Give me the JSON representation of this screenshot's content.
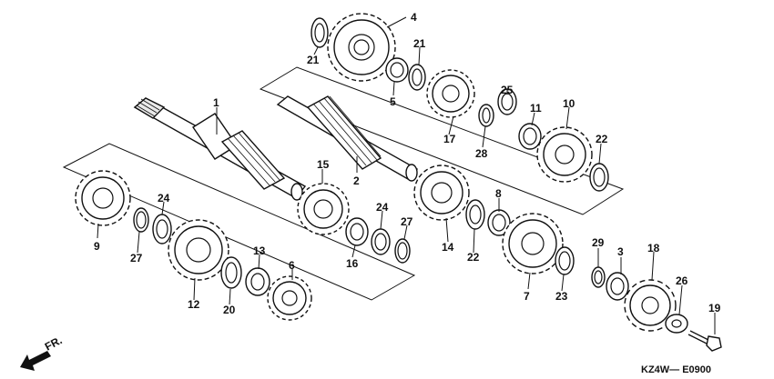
{
  "diagram": {
    "code": "KZ4W— E0900",
    "direction_label": "FR.",
    "part_numbers": [
      "1",
      "2",
      "3",
      "4",
      "5",
      "6",
      "7",
      "8",
      "9",
      "10",
      "11",
      "12",
      "13",
      "14",
      "15",
      "16",
      "17",
      "18",
      "19",
      "20",
      "21",
      "21",
      "22",
      "22",
      "23",
      "24",
      "24",
      "25",
      "26",
      "27",
      "27",
      "28",
      "29"
    ]
  }
}
